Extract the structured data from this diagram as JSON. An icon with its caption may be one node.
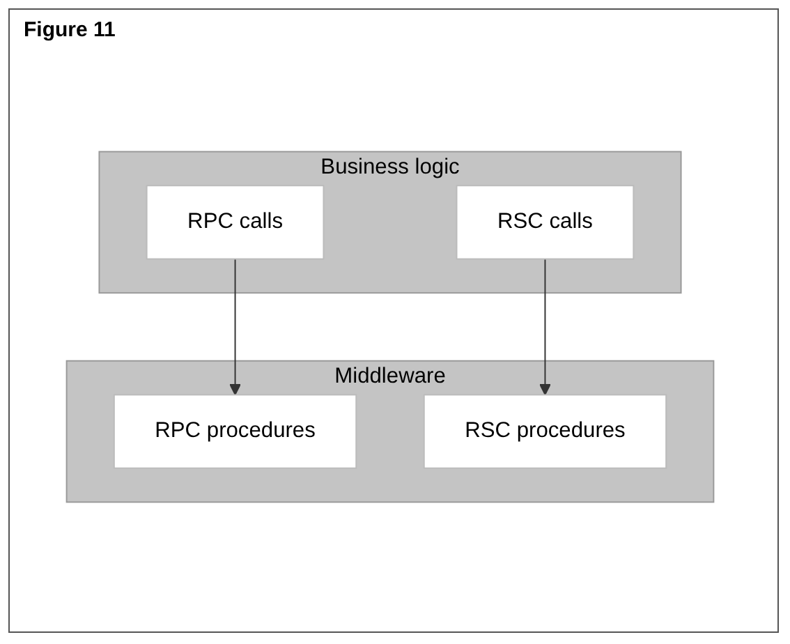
{
  "diagram": {
    "title": "Figure 11",
    "nodes": [
      {
        "text": [
          "Business logic"
        ]
      },
      {
        "text": [
          "RPC calls"
        ],
        "in": 0
      },
      {
        "text": [
          "RSC calls"
        ],
        "in": 0
      },
      {
        "text": [
          "Middleware"
        ]
      },
      {
        "text": [
          "RPC procedures"
        ],
        "in": 3
      },
      {
        "text": [
          "RSC procedures"
        ],
        "in": 3
      }
    ],
    "edges": [
      {
        "from": 1,
        "to": 4,
        "arrow": "to"
      },
      {
        "from": 2,
        "to": 5,
        "arrow": "to"
      }
    ]
  }
}
